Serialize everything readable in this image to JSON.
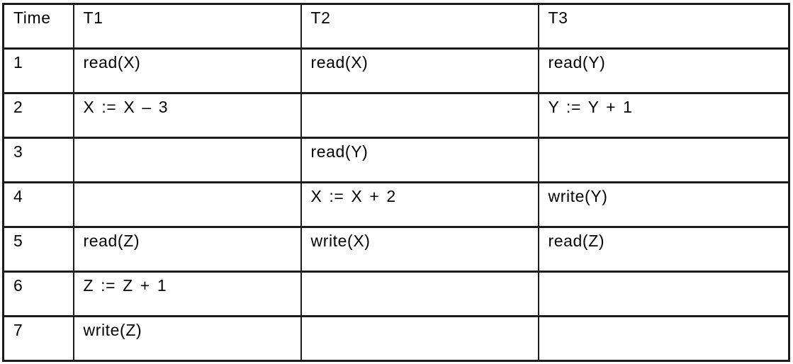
{
  "colors": {
    "border": "#1b1b1b",
    "text": "#000000",
    "background": "#ffffff"
  },
  "table": {
    "columns": [
      "Time",
      "T1",
      "T2",
      "T3"
    ],
    "rows": [
      {
        "time": "1",
        "t1": "read(X)",
        "t2": "read(X)",
        "t3": "read(Y)"
      },
      {
        "time": "2",
        "t1": "X := X – 3",
        "t2": "",
        "t3": "Y := Y + 1"
      },
      {
        "time": "3",
        "t1": "",
        "t2": "read(Y)",
        "t3": ""
      },
      {
        "time": "4",
        "t1": "",
        "t2": "X := X + 2",
        "t3": "write(Y)"
      },
      {
        "time": "5",
        "t1": "read(Z)",
        "t2": "write(X)",
        "t3": "read(Z)"
      },
      {
        "time": "6",
        "t1": "Z := Z + 1",
        "t2": "",
        "t3": ""
      },
      {
        "time": "7",
        "t1": "write(Z)",
        "t2": "",
        "t3": ""
      }
    ]
  }
}
